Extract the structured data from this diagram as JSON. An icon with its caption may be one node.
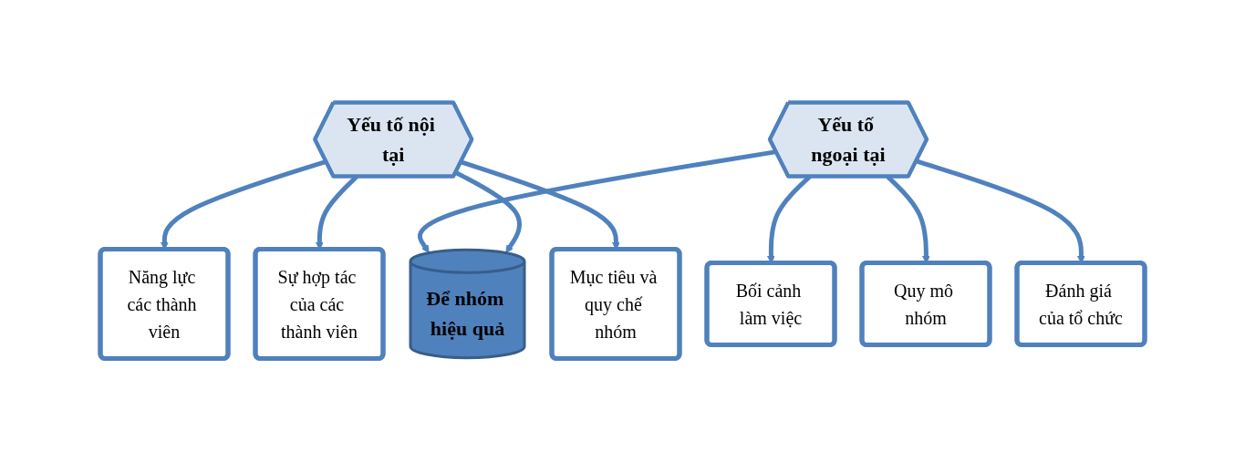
{
  "diagram": {
    "nodes": [
      {
        "text": [
          "Yếu tố nội tại"
        ]
      },
      {
        "text": [
          "Để nhóm hiệu quả"
        ]
      },
      {
        "text": [
          "Yếu tố ngoại tại"
        ]
      },
      {
        "text": [
          "Năng lực các thành viên"
        ]
      },
      {
        "text": [
          "Sự hợp tác của các thành viên"
        ]
      },
      {
        "text": [
          "Mục tiêu và quy chế nhóm"
        ]
      },
      {
        "text": [
          "Bối cảnh làm việc"
        ]
      },
      {
        "text": [
          "Quy mô nhóm"
        ]
      },
      {
        "text": [
          "Đánh giá của tổ chức"
        ]
      }
    ],
    "edges": [
      {
        "from": 0,
        "to": 1,
        "arrow": "to"
      },
      {
        "from": 2,
        "to": 1,
        "arrow": "to"
      },
      {
        "from": 0,
        "to": 3,
        "arrow": "to"
      },
      {
        "from": 0,
        "to": 4,
        "arrow": "to"
      },
      {
        "from": 0,
        "to": 5,
        "arrow": "to"
      },
      {
        "from": 2,
        "to": 6,
        "arrow": "to"
      },
      {
        "from": 2,
        "to": 7,
        "arrow": "to"
      },
      {
        "from": 2,
        "to": 8,
        "arrow": "to"
      }
    ]
  }
}
